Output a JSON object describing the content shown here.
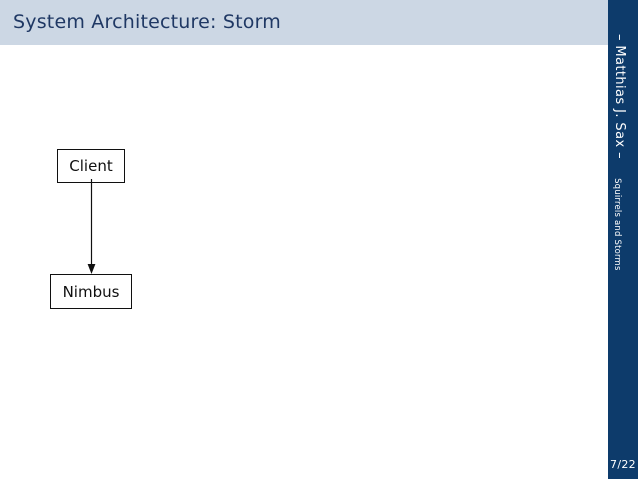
{
  "slide": {
    "title": "System Architecture: Storm",
    "background_color": "#ffffff"
  },
  "title_bar": {
    "background_color": "#ccd7e4",
    "text_color": "#1f3864"
  },
  "sidebar": {
    "background_color": "#0d3b6b",
    "author": "– Matthias J. Sax –",
    "subtitle": "Squirrels and Storms",
    "page_number": "7/22",
    "text_color": "#ffffff"
  },
  "diagram": {
    "type": "flow",
    "nodes": [
      {
        "id": "client",
        "label": "Client"
      },
      {
        "id": "nimbus",
        "label": "Nimbus"
      }
    ],
    "edges": [
      {
        "from": "client",
        "to": "nimbus",
        "arrow": "down"
      }
    ],
    "node_border_color": "#101010",
    "node_fill_color": "#ffffff"
  }
}
